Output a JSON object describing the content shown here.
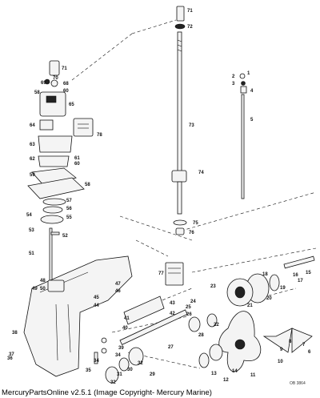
{
  "caption": "MercuryPartsOnline v2.5.1 (Image Copyright- Mercury Marine)",
  "drawing_ref": "OB 3864",
  "callouts": [
    "1",
    "2",
    "3",
    "4",
    "5",
    "6",
    "7",
    "8",
    "9",
    "10",
    "11",
    "12",
    "13",
    "14",
    "15",
    "16",
    "17",
    "18",
    "19",
    "20",
    "21",
    "22",
    "23",
    "24",
    "25",
    "26",
    "27",
    "28",
    "29",
    "30",
    "31",
    "32",
    "33",
    "34",
    "35",
    "36",
    "37",
    "38",
    "39",
    "40",
    "41",
    "42",
    "43",
    "44",
    "45",
    "46",
    "47",
    "48",
    "49",
    "50",
    "51",
    "52",
    "53",
    "54",
    "55",
    "56",
    "57",
    "58",
    "59",
    "60",
    "61",
    "62",
    "63",
    "64",
    "65",
    "66",
    "67",
    "68",
    "69",
    "70",
    "71",
    "72",
    "73",
    "74",
    "75",
    "76",
    "77",
    "78"
  ]
}
